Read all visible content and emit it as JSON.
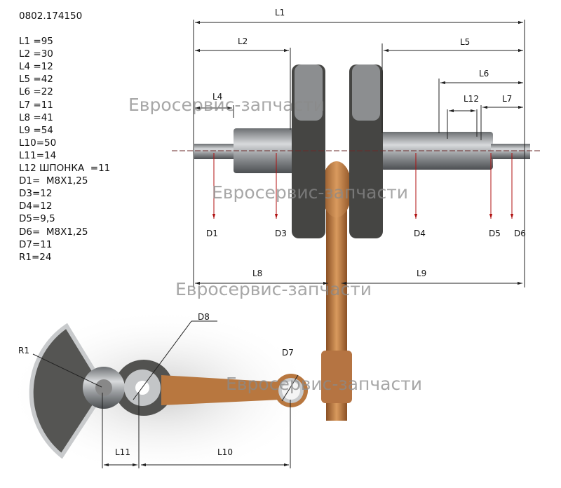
{
  "part_number": "0802.174150",
  "specs": [
    "L1 =95",
    "L2 =30",
    "L4 =12",
    "L5 =42",
    "L6 =22",
    "L7 =11",
    "L8 =41",
    "L9 =54",
    "L10=50",
    "L11=14",
    "L12 ШПОНКА  =11",
    "D1=  M8X1,25",
    "D3=12",
    "D4=12",
    "D5=9,5",
    "D6=  M8X1,25",
    "D7=11",
    "R1=24"
  ],
  "dimension_labels": {
    "L1": "L1",
    "L2": "L2",
    "L4": "L4",
    "L5": "L5",
    "L6": "L6",
    "L7": "L7",
    "L8": "L8",
    "L9": "L9",
    "L10": "L10",
    "L11": "L11",
    "L12": "L12",
    "D1": "D1",
    "D3": "D3",
    "D4": "D4",
    "D5": "D5",
    "D6": "D6",
    "D7": "D7",
    "D8": "D8",
    "R1": "R1"
  },
  "watermark": "Евросервис-запчасти",
  "colors": {
    "steel": "#8d9094",
    "iron": "#4a4a48",
    "bronze": "#b9773f",
    "dim_line": "#222222",
    "arrow": "#b01010"
  }
}
